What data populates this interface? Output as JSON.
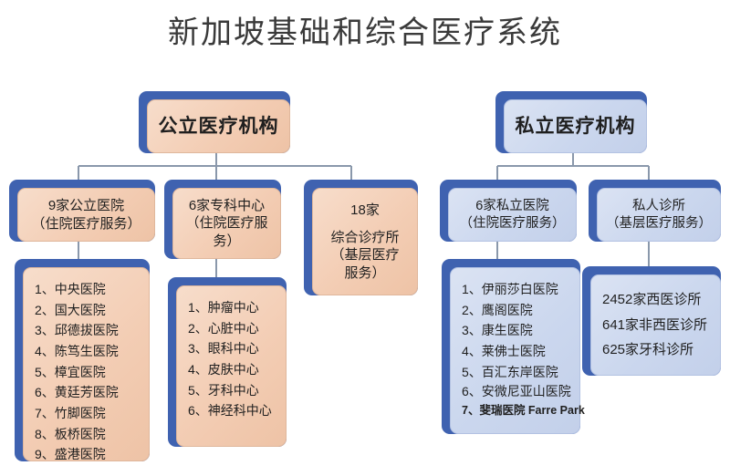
{
  "title": "新加坡基础和综合医疗系统",
  "colors": {
    "shadow_blue": "#3f62b0",
    "public_fill": "#f3cdb4",
    "private_fill": "#cbd7ee",
    "connector": "#8a98ab",
    "title_text": "#3a3a3a"
  },
  "roots": {
    "public": "公立医疗机构",
    "private": "私立医疗机构"
  },
  "categories": {
    "public_hospitals": {
      "line1": "9家公立医院",
      "line2": "（住院医疗服务）"
    },
    "specialty_centers": {
      "line1": "6家专科中心",
      "line2": "（住院医疗服",
      "line3": "务）"
    },
    "polyclinics": {
      "line1": "18家",
      "line2": "综合诊疗所",
      "line3": "（基层医疗",
      "line4": "服务）"
    },
    "private_hospitals": {
      "line1": "6家私立医院",
      "line2": "（住院医疗服务）"
    },
    "private_clinics": {
      "line1": "私人诊所",
      "line2": "（基层医疗服务）"
    }
  },
  "lists": {
    "public_hospitals": [
      {
        "num": "1、",
        "name": "中央医院"
      },
      {
        "num": "2、",
        "name": "国大医院"
      },
      {
        "num": "3、",
        "name": "邱德拔医院"
      },
      {
        "num": "4、",
        "name": "陈笃生医院"
      },
      {
        "num": "5、",
        "name": "樟宜医院"
      },
      {
        "num": "6、",
        "name": "黄廷芳医院"
      },
      {
        "num": "7、",
        "name": "竹脚医院"
      },
      {
        "num": "8、",
        "name": "板桥医院"
      },
      {
        "num": "9、",
        "name": "盛港医院"
      }
    ],
    "specialty_centers": [
      {
        "num": "1、",
        "name": "肿瘤中心"
      },
      {
        "num": "2、",
        "name": "心脏中心"
      },
      {
        "num": "3、",
        "name": "眼科中心"
      },
      {
        "num": "4、",
        "name": "皮肤中心"
      },
      {
        "num": "5、",
        "name": "牙科中心"
      },
      {
        "num": "6、",
        "name": "神经科中心"
      }
    ],
    "private_hospitals": [
      {
        "num": "1、",
        "name": "伊丽莎白医院"
      },
      {
        "num": "2、",
        "name": "鹰阁医院"
      },
      {
        "num": "3、",
        "name": "康生医院"
      },
      {
        "num": "4、",
        "name": "莱佛士医院"
      },
      {
        "num": "5、",
        "name": "百汇东岸医院"
      },
      {
        "num": "6、",
        "name": "安微尼亚山医院"
      },
      {
        "num": "7、",
        "name": "斐瑞医院 Farre Park"
      }
    ],
    "private_clinics": [
      "2452家西医诊所",
      "641家非西医诊所",
      "625家牙科诊所"
    ]
  }
}
